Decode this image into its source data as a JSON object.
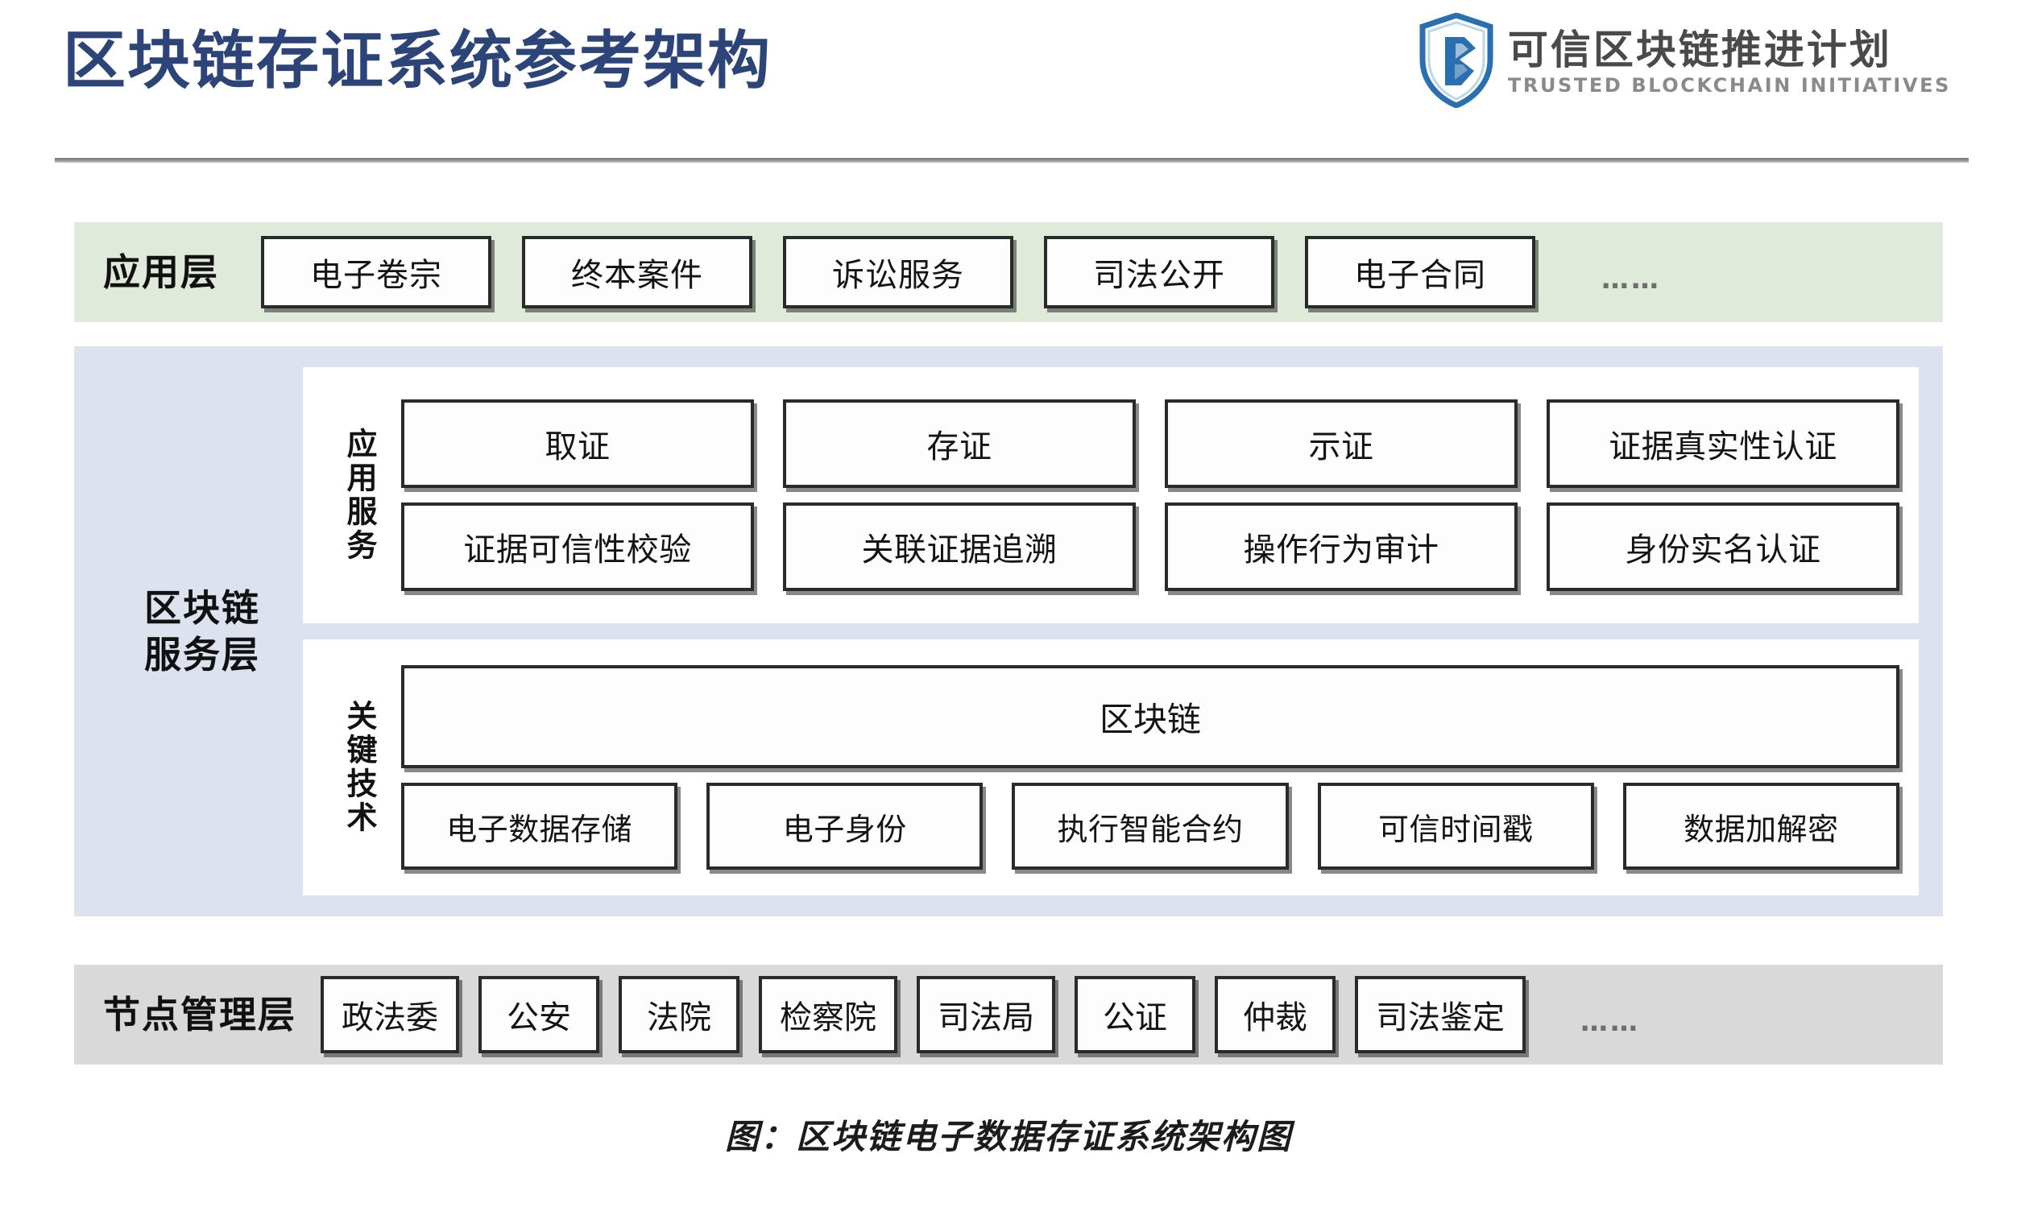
{
  "header": {
    "title": "区块链存证系统参考架构",
    "title_color": "#2d4478",
    "logo": {
      "icon_name": "shield-b-logo-icon",
      "cn_name": "可信区块链推进计划",
      "en_name": "TRUSTED BLOCKCHAIN INITIATIVES",
      "accent_color": "#2a6fb0"
    }
  },
  "layers": {
    "application": {
      "label": "应用层",
      "background": "#dfeada",
      "items": [
        {
          "label": "电子卷宗"
        },
        {
          "label": "终本案件"
        },
        {
          "label": "诉讼服务"
        },
        {
          "label": "司法公开"
        },
        {
          "label": "电子合同"
        }
      ],
      "ellipsis": "……"
    },
    "service": {
      "label": "区块链\n服务层",
      "label_line1": "区块链",
      "label_line2": "服务层",
      "background": "#dde3ee",
      "panels": [
        {
          "vertical_label": "应用服务",
          "rows": [
            [
              {
                "label": "取证"
              },
              {
                "label": "存证"
              },
              {
                "label": "示证"
              },
              {
                "label": "证据真实性认证"
              }
            ],
            [
              {
                "label": "证据可信性校验"
              },
              {
                "label": "关联证据追溯"
              },
              {
                "label": "操作行为审计"
              },
              {
                "label": "身份实名认证"
              }
            ]
          ]
        },
        {
          "vertical_label": "关键技术",
          "wide_item": {
            "label": "区块链"
          },
          "rows": [
            [
              {
                "label": "电子数据存储"
              },
              {
                "label": "电子身份"
              },
              {
                "label": "执行智能合约"
              },
              {
                "label": "可信时间戳"
              },
              {
                "label": "数据加解密"
              }
            ]
          ]
        }
      ]
    },
    "node_management": {
      "label": "节点管理层",
      "background": "#d9d9d9",
      "items": [
        {
          "label": "政法委"
        },
        {
          "label": "公安"
        },
        {
          "label": "法院"
        },
        {
          "label": "检察院"
        },
        {
          "label": "司法局"
        },
        {
          "label": "公证"
        },
        {
          "label": "仲裁"
        },
        {
          "label": "司法鉴定"
        }
      ],
      "ellipsis": "……"
    }
  },
  "caption": "图：区块链电子数据存证系统架构图"
}
